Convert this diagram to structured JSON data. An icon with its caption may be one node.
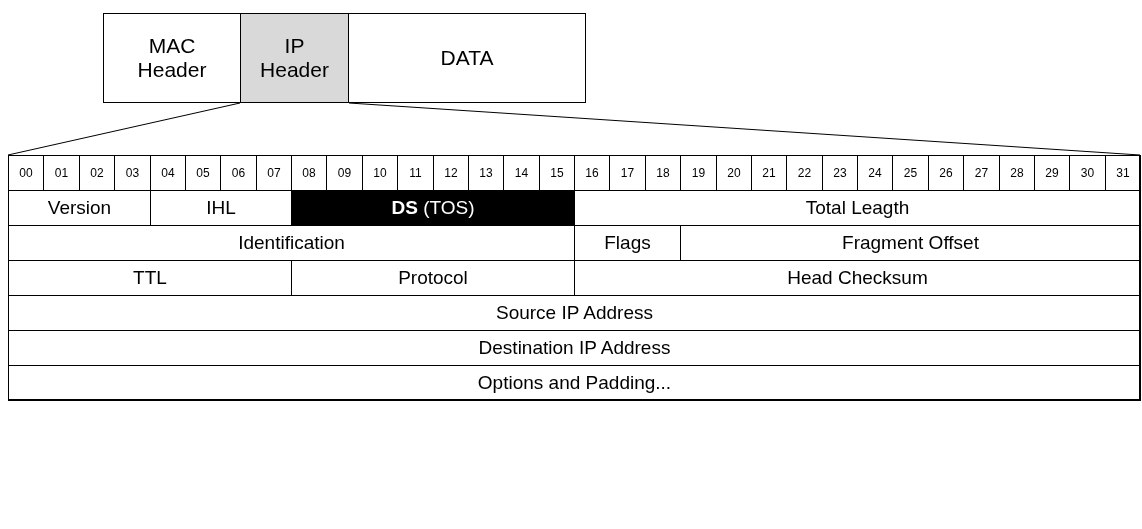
{
  "diagram": {
    "nodes": [
      {
        "text": [
          "MAC Header"
        ]
      },
      {
        "text": [
          "IP Header"
        ]
      },
      {
        "text": [
          "DATA"
        ]
      },
      {
        "text": [],
        "shape": "box"
      }
    ],
    "edges": [
      {
        "from": 1,
        "to": 3,
        "arrow": "none"
      },
      {
        "from": 1,
        "to": 3,
        "arrow": "none"
      }
    ],
    "labels": [
      "00",
      "01",
      "02",
      "03",
      "04",
      "05",
      "06",
      "07",
      "08",
      "09",
      "10",
      "11",
      "12",
      "13",
      "14",
      "15",
      "16",
      "17",
      "18",
      "19",
      "20",
      "21",
      "22",
      "23",
      "24",
      "25",
      "26",
      "27",
      "28",
      "29",
      "30",
      "31",
      "Version",
      "IHL",
      "**DS** (TOS)",
      "Total Leagth",
      "Identification",
      "Flags",
      "Fragment Offset",
      "TTL",
      "Protocol",
      "Head Checksum",
      "Source IP Address",
      "Destination IP Address",
      "Options and Padding..."
    ]
  }
}
